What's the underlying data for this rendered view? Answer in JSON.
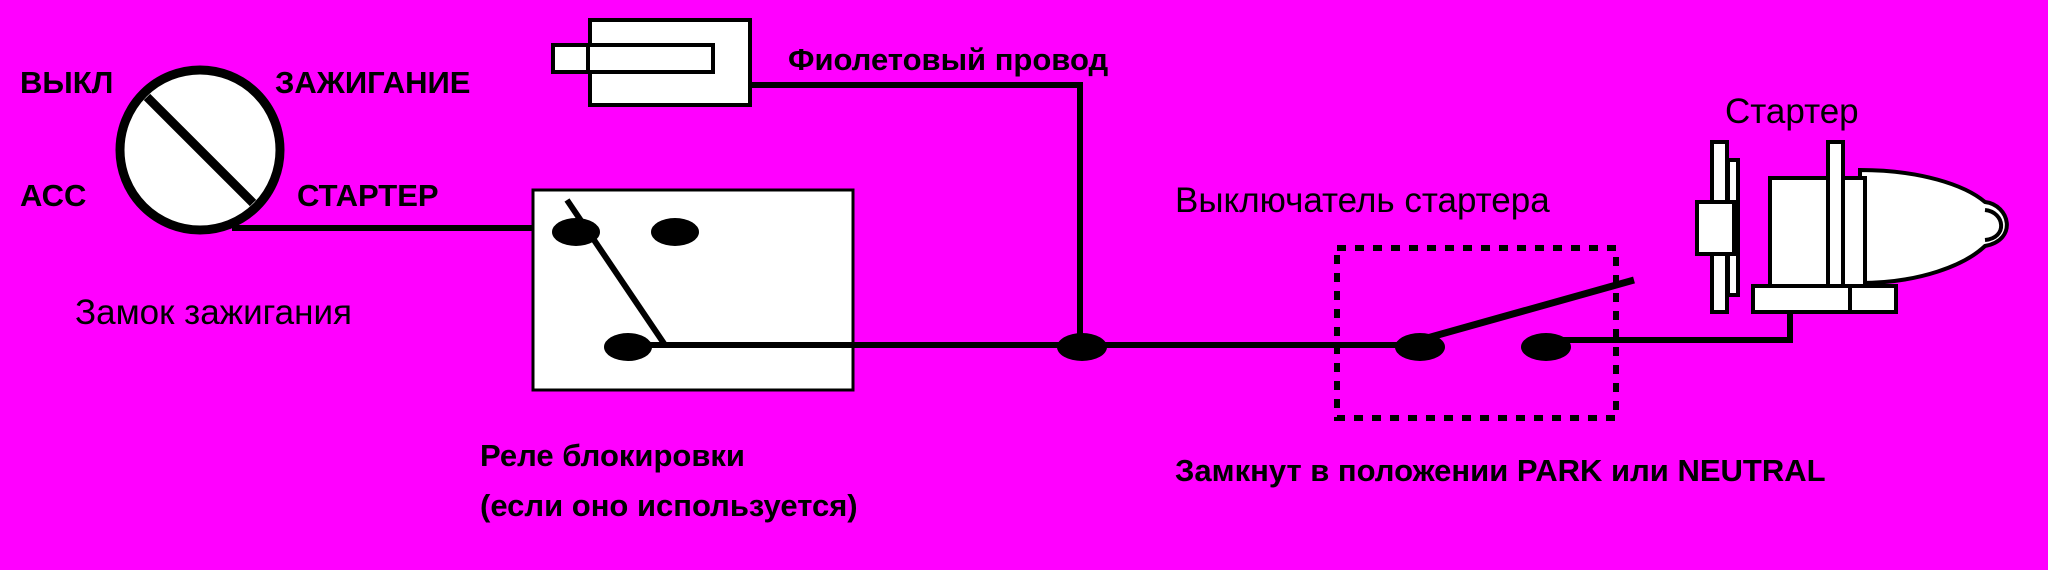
{
  "colors": {
    "background": "#FF00FF",
    "wire": "#000000",
    "component_fill": "#FFFFFF"
  },
  "ignition": {
    "off_label": "ВЫКЛ",
    "on_label": "ЗАЖИГАНИЕ",
    "acc_label": "АСС",
    "start_label": "СТАРТЕР",
    "caption": "Замок зажигания"
  },
  "wire": {
    "label": "Фиолетовый провод"
  },
  "relay": {
    "caption_line1": "Реле блокировки",
    "caption_line2": "(если оно используется)"
  },
  "switch": {
    "caption": "Выключатель стартера",
    "note": "Замкнут в положении PARK или NEUTRAL"
  },
  "starter": {
    "caption": "Стартер"
  }
}
